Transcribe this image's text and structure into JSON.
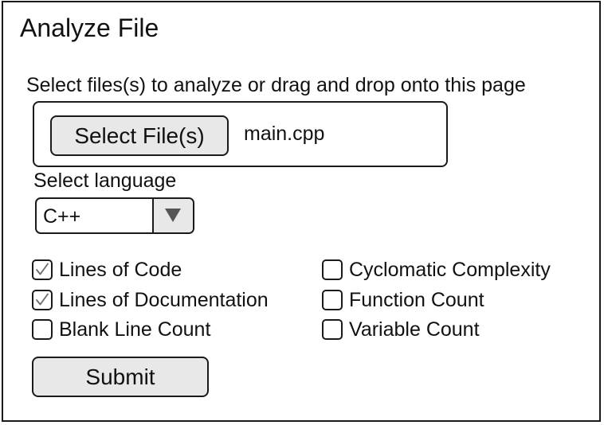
{
  "dialog": {
    "title": "Analyze File",
    "instruction": "Select files(s) to analyze or drag and drop onto this page",
    "select_file_button": "Select File(s)",
    "selected_file": "main.cpp",
    "language_label": "Select language",
    "language_value": "C++",
    "submit_button": "Submit"
  },
  "metrics": [
    {
      "label": "Lines of Code",
      "checked": true
    },
    {
      "label": "Lines of Documentation",
      "checked": true
    },
    {
      "label": "Blank Line Count",
      "checked": false
    },
    {
      "label": "Cyclomatic Complexity",
      "checked": false
    },
    {
      "label": "Function Count",
      "checked": false
    },
    {
      "label": "Variable Count",
      "checked": false
    }
  ],
  "icons": {
    "dropdown": "caret-down-icon",
    "checked": "checkmark-icon"
  },
  "colors": {
    "border": "#1a1a1a",
    "button_fill": "#e8e8e8",
    "background": "#ffffff",
    "checkmark": "#6b6b6b",
    "caret": "#555555"
  }
}
